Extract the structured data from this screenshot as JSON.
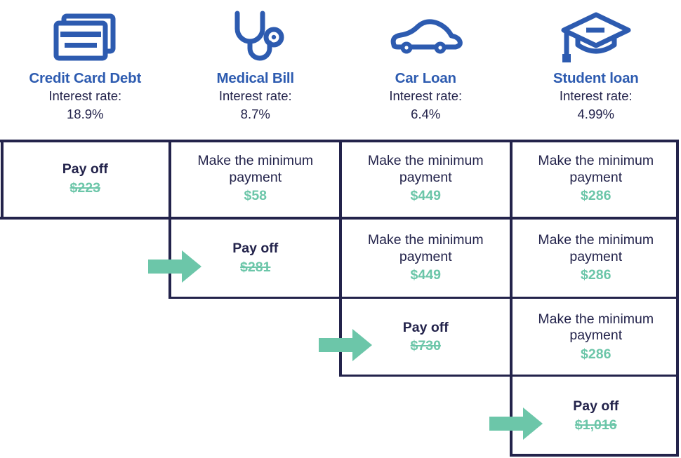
{
  "colors": {
    "heading_blue": "#2d5bb0",
    "text_navy": "#23234b",
    "accent_green": "#6cc6a9",
    "border": "#23234b",
    "background": "#ffffff"
  },
  "labels": {
    "interest_rate_label": "Interest rate:",
    "pay_off": "Pay off",
    "minimum_payment": "Make the minimum payment"
  },
  "debts": [
    {
      "name": "Credit Card Debt",
      "icon": "credit-cards-icon",
      "interest_rate": "18.9%"
    },
    {
      "name": "Medical Bill",
      "icon": "stethoscope-icon",
      "interest_rate": "8.7%"
    },
    {
      "name": "Car Loan",
      "icon": "car-icon",
      "interest_rate": "6.4%"
    },
    {
      "name": "Student loan",
      "icon": "graduation-cap-icon",
      "interest_rate": "4.99%"
    }
  ],
  "rows": [
    {
      "index": 1,
      "cells": [
        {
          "column": "Credit Card Debt",
          "action": "Pay off",
          "amount": "$223",
          "paid_off": true,
          "struck": true,
          "empty": false
        },
        {
          "column": "Medical Bill",
          "action": "Make the minimum payment",
          "amount": "$58",
          "paid_off": false,
          "struck": false,
          "empty": false
        },
        {
          "column": "Car Loan",
          "action": "Make the minimum payment",
          "amount": "$449",
          "paid_off": false,
          "struck": false,
          "empty": false
        },
        {
          "column": "Student loan",
          "action": "Make the minimum payment",
          "amount": "$286",
          "paid_off": false,
          "struck": false,
          "empty": false
        }
      ]
    },
    {
      "index": 2,
      "cells": [
        {
          "column": "Credit Card Debt",
          "action": "",
          "amount": "",
          "paid_off": false,
          "struck": false,
          "empty": true
        },
        {
          "column": "Medical Bill",
          "action": "Pay off",
          "amount": "$281",
          "paid_off": true,
          "struck": true,
          "empty": false
        },
        {
          "column": "Car Loan",
          "action": "Make the minimum payment",
          "amount": "$449",
          "paid_off": false,
          "struck": false,
          "empty": false
        },
        {
          "column": "Student loan",
          "action": "Make the minimum payment",
          "amount": "$286",
          "paid_off": false,
          "struck": false,
          "empty": false
        }
      ]
    },
    {
      "index": 3,
      "cells": [
        {
          "column": "Credit Card Debt",
          "action": "",
          "amount": "",
          "paid_off": false,
          "struck": false,
          "empty": true
        },
        {
          "column": "Medical Bill",
          "action": "",
          "amount": "",
          "paid_off": false,
          "struck": false,
          "empty": true
        },
        {
          "column": "Car Loan",
          "action": "Pay off",
          "amount": "$730",
          "paid_off": true,
          "struck": true,
          "empty": false
        },
        {
          "column": "Student loan",
          "action": "Make the minimum payment",
          "amount": "$286",
          "paid_off": false,
          "struck": false,
          "empty": false
        }
      ]
    },
    {
      "index": 4,
      "cells": [
        {
          "column": "Credit Card Debt",
          "action": "",
          "amount": "",
          "paid_off": false,
          "struck": false,
          "empty": true
        },
        {
          "column": "Medical Bill",
          "action": "",
          "amount": "",
          "paid_off": false,
          "struck": false,
          "empty": true
        },
        {
          "column": "Car Loan",
          "action": "",
          "amount": "",
          "paid_off": false,
          "struck": false,
          "empty": true
        },
        {
          "column": "Student loan",
          "action": "Pay off",
          "amount": "$1,016",
          "paid_off": true,
          "struck": true,
          "empty": false
        }
      ]
    }
  ],
  "arrows": [
    {
      "name": "arrow-to-medical-bill",
      "row": 2,
      "points_to": "Medical Bill"
    },
    {
      "name": "arrow-to-car-loan",
      "row": 3,
      "points_to": "Car Loan"
    },
    {
      "name": "arrow-to-student-loan",
      "row": 4,
      "points_to": "Student loan"
    }
  ]
}
